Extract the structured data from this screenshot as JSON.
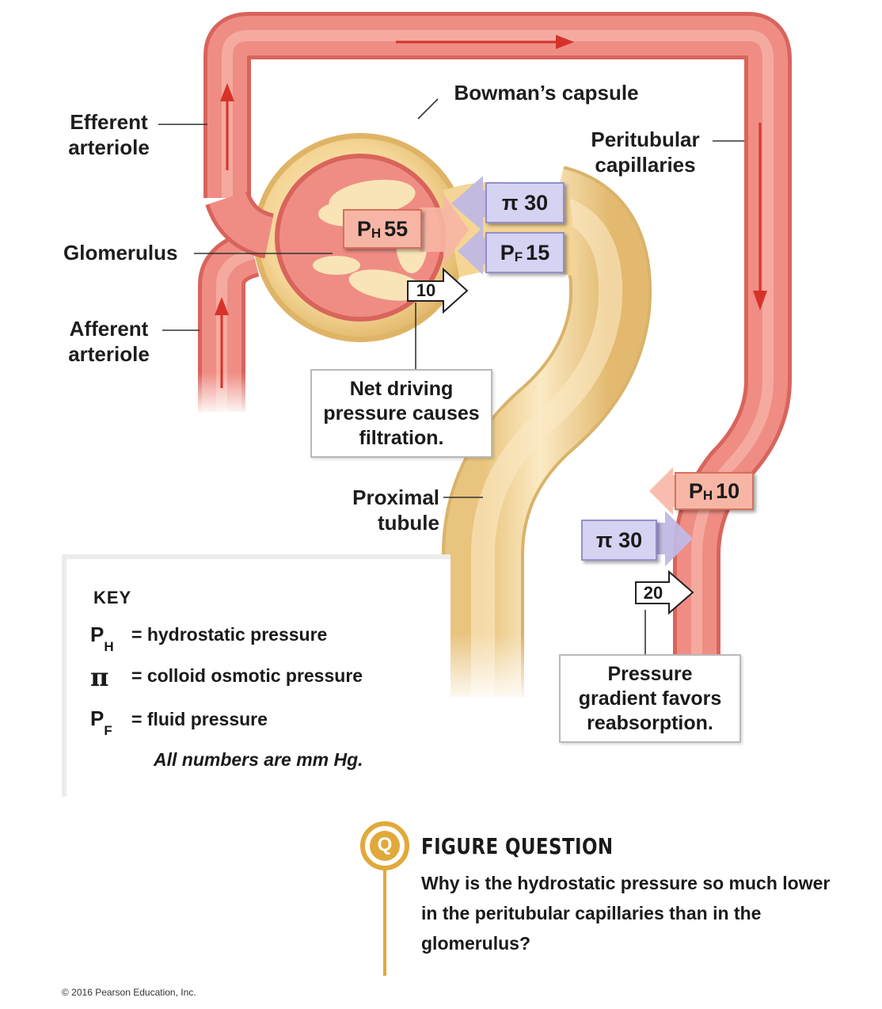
{
  "labels": {
    "bowmans_capsule": "Bowman’s capsule",
    "efferent_arteriole": "Efferent\narteriole",
    "peritubular_capillaries": "Peritubular\ncapillaries",
    "glomerulus": "Glomerulus",
    "afferent_arteriole": "Afferent\narteriole",
    "proximal_tubule": "Proximal\ntubule"
  },
  "pressures": {
    "glomerular": {
      "ph_symbol": "P",
      "ph_sub": "H",
      "ph_value": "55",
      "pi_label": "π 30",
      "pf_symbol": "P",
      "pf_sub": "F",
      "pf_value": "15",
      "net": "10"
    },
    "peritubular": {
      "p_label": "P",
      "p_sub": "H",
      "p_value": "10",
      "pi_label": "π 30",
      "net": "20"
    }
  },
  "callouts": {
    "filtration": "Net driving\npressure causes\nfiltration.",
    "reabsorption": "Pressure\ngradient favors\nreabsorption."
  },
  "key": {
    "title": "KEY",
    "entries": [
      {
        "symbol": "P",
        "sub": "H",
        "definition": "= hydrostatic pressure"
      },
      {
        "symbol": "π",
        "sub": "",
        "definition": "= colloid osmotic pressure"
      },
      {
        "symbol": "P",
        "sub": "F",
        "definition": "= fluid pressure"
      }
    ],
    "note": "All numbers are mm Hg."
  },
  "figure_question": {
    "badge": "Q",
    "title": "FIGURE QUESTION",
    "text": "Why is the hydrostatic pressure so much lower in the peritubular capillaries than in the glomerulus?"
  },
  "copyright": "© 2016 Pearson Education, Inc.",
  "colors": {
    "vessel": "#ef8d84",
    "vessel_dark": "#d9645c",
    "vessel_light": "#f8b6ad",
    "tubule": "#f5dca2",
    "tubule_dark": "#d9b36a",
    "arrow_red": "#d6322a",
    "question_gold": "#e1a93a"
  },
  "icons": {
    "question": "question-badge-icon",
    "flow": "flow-arrow-icon"
  }
}
